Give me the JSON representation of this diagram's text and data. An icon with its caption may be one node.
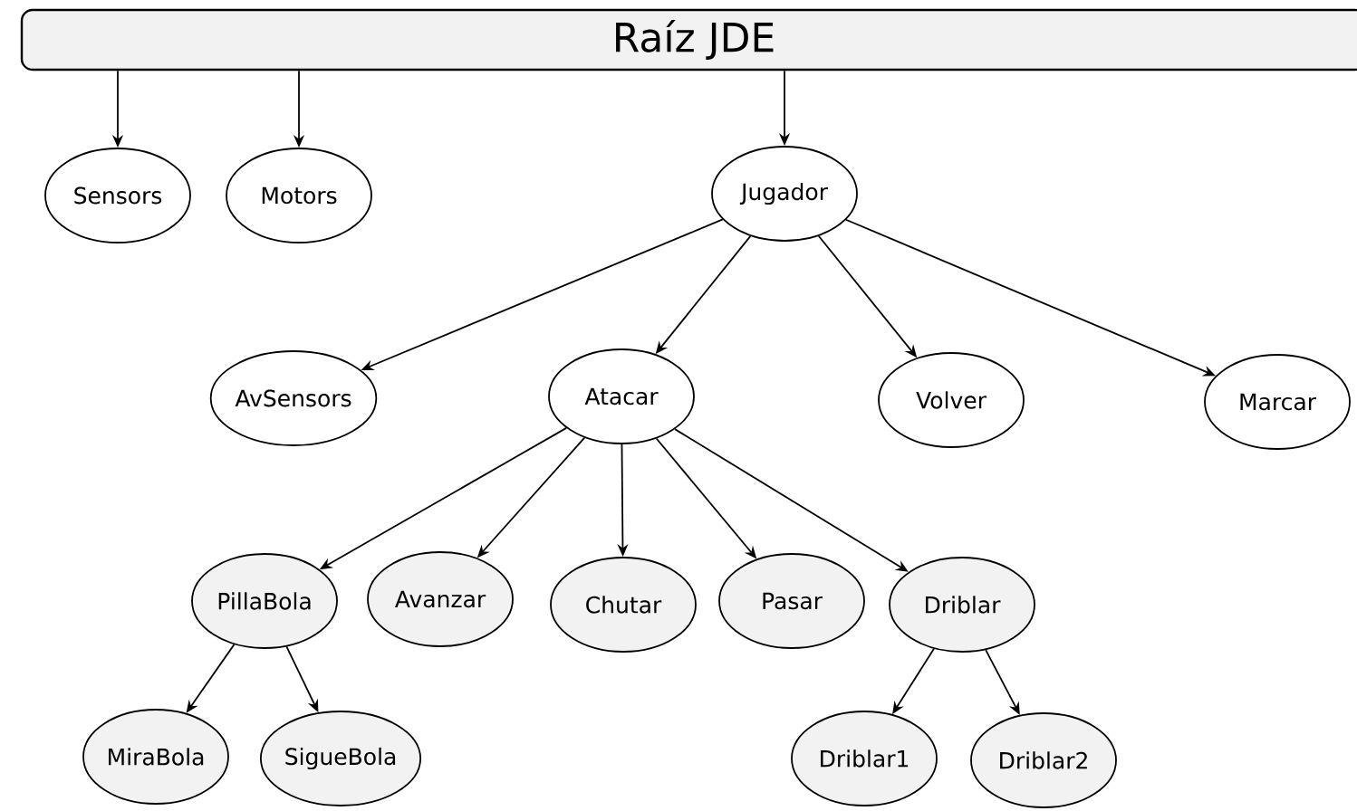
{
  "diagram": {
    "nodes": [
      {
        "text": [
          "Raíz JDE"
        ]
      },
      {
        "text": [
          "Sensors"
        ]
      },
      {
        "text": [
          "Motors"
        ]
      },
      {
        "text": [
          "Jugador"
        ]
      },
      {
        "text": [
          "AvSensors"
        ]
      },
      {
        "text": [
          "Atacar"
        ]
      },
      {
        "text": [
          "Volver"
        ]
      },
      {
        "text": [
          "Marcar"
        ]
      },
      {
        "text": [
          "PillaBola"
        ]
      },
      {
        "text": [
          "Avanzar"
        ]
      },
      {
        "text": [
          "Chutar"
        ]
      },
      {
        "text": [
          "Pasar"
        ]
      },
      {
        "text": [
          "Driblar"
        ]
      },
      {
        "text": [
          "MiraBola"
        ]
      },
      {
        "text": [
          "SigueBola"
        ]
      },
      {
        "text": [
          "Driblar1"
        ]
      },
      {
        "text": [
          "Driblar2"
        ]
      }
    ],
    "edges": [
      {
        "from": 0,
        "to": 1,
        "arrow": "to"
      },
      {
        "from": 0,
        "to": 2,
        "arrow": "to"
      },
      {
        "from": 0,
        "to": 3,
        "arrow": "to"
      },
      {
        "from": 3,
        "to": 4,
        "arrow": "to"
      },
      {
        "from": 3,
        "to": 5,
        "arrow": "to"
      },
      {
        "from": 3,
        "to": 6,
        "arrow": "to"
      },
      {
        "from": 3,
        "to": 7,
        "arrow": "to"
      },
      {
        "from": 5,
        "to": 8,
        "arrow": "to"
      },
      {
        "from": 5,
        "to": 9,
        "arrow": "to"
      },
      {
        "from": 5,
        "to": 10,
        "arrow": "to"
      },
      {
        "from": 5,
        "to": 11,
        "arrow": "to"
      },
      {
        "from": 5,
        "to": 12,
        "arrow": "to"
      },
      {
        "from": 8,
        "to": 13,
        "arrow": "to"
      },
      {
        "from": 8,
        "to": 14,
        "arrow": "to"
      },
      {
        "from": 12,
        "to": 15,
        "arrow": "to"
      },
      {
        "from": 12,
        "to": 16,
        "arrow": "to"
      }
    ]
  }
}
